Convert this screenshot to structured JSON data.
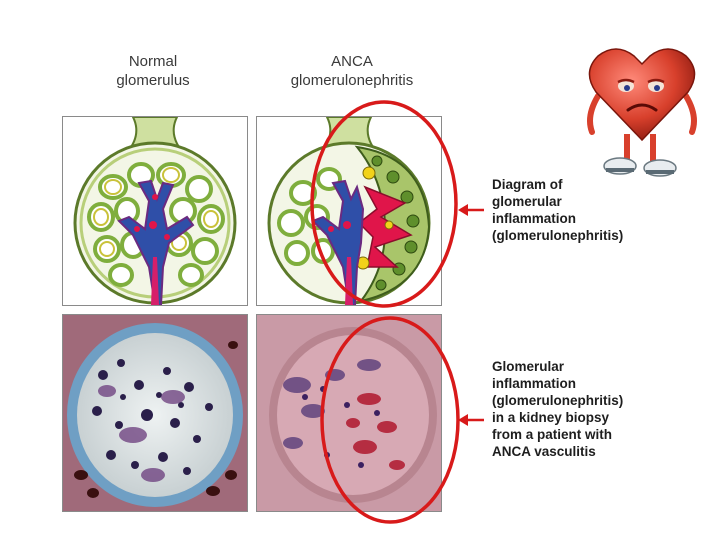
{
  "columns": {
    "normal": [
      "Normal",
      "glomerulus"
    ],
    "anca": [
      "ANCA",
      "glomerulonephritis"
    ]
  },
  "callouts": {
    "diagram": [
      "Diagram of",
      "glomerular",
      "inflammation",
      "(glomerulonephritis)"
    ],
    "biopsy": [
      "Glomerular",
      "inflammation",
      "(glomerulonephritis)",
      "in a kidney biopsy",
      "from a patient with",
      "ANCA vasculitis"
    ]
  },
  "icons": [
    "sad-heart-icon",
    "arrow-left-icon"
  ],
  "colors": {
    "highlight": "#d81a1a",
    "capillary": "#7fae3d",
    "mesangium": "#2f4fa8",
    "inflammation": "#e0154a"
  }
}
